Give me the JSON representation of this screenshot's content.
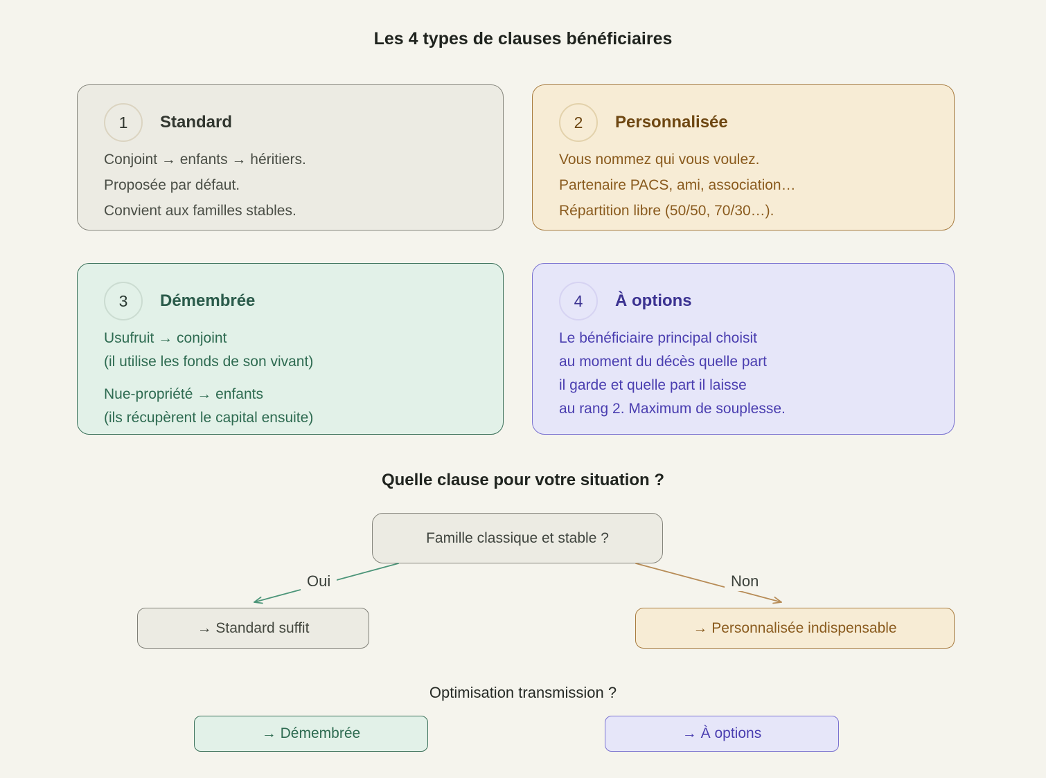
{
  "title": "Les 4 types de clauses bénéficiaires",
  "cards": [
    {
      "number": "1",
      "title": "Standard",
      "lines": [
        "Conjoint → enfants → héritiers.",
        "Proposée par défaut.",
        "Convient aux familles stables."
      ]
    },
    {
      "number": "2",
      "title": "Personnalisée",
      "lines": [
        "Vous nommez qui vous voulez.",
        "Partenaire PACS, ami, association…",
        "Répartition libre (50/50, 70/30…)."
      ]
    },
    {
      "number": "3",
      "title": "Démembrée",
      "lines": [
        "Usufruit → conjoint",
        "(il utilise les fonds de son vivant)",
        "Nue-propriété → enfants",
        "(ils récupèrent le capital ensuite)"
      ]
    },
    {
      "number": "4",
      "title": "À options",
      "lines": [
        "Le bénéficiaire principal choisit",
        "au moment du décès quelle part",
        "il garde et quelle part il laisse",
        "au rang 2. Maximum de souplesse."
      ]
    }
  ],
  "tree": {
    "heading": "Quelle clause pour votre situation ?",
    "root_question": "Famille classique et stable ?",
    "branch_yes": "Oui",
    "branch_no": "Non",
    "result_yes": "→ Standard suffit",
    "result_no": "→ Personnalisée indispensable",
    "second_question": "Optimisation transmission ?",
    "option_demembree": "→ Démembrée",
    "option_options": "→ À options"
  },
  "colors": {
    "page_background": "#f5f4ed",
    "standard_bg": "#ecebe3",
    "standard_border": "#85857c",
    "standard_text": "#4a4e46",
    "perso_bg": "#f7ecd5",
    "perso_border": "#a87c3f",
    "perso_text": "#8a5b1e",
    "demembree_bg": "#e2f1e8",
    "demembree_border": "#3a7059",
    "demembree_text": "#2e6b51",
    "options_bg": "#e6e6f9",
    "options_border": "#7a72d0",
    "options_text": "#4a3eb0",
    "arrow_yes": "#4c9579",
    "arrow_no": "#b78c57"
  }
}
